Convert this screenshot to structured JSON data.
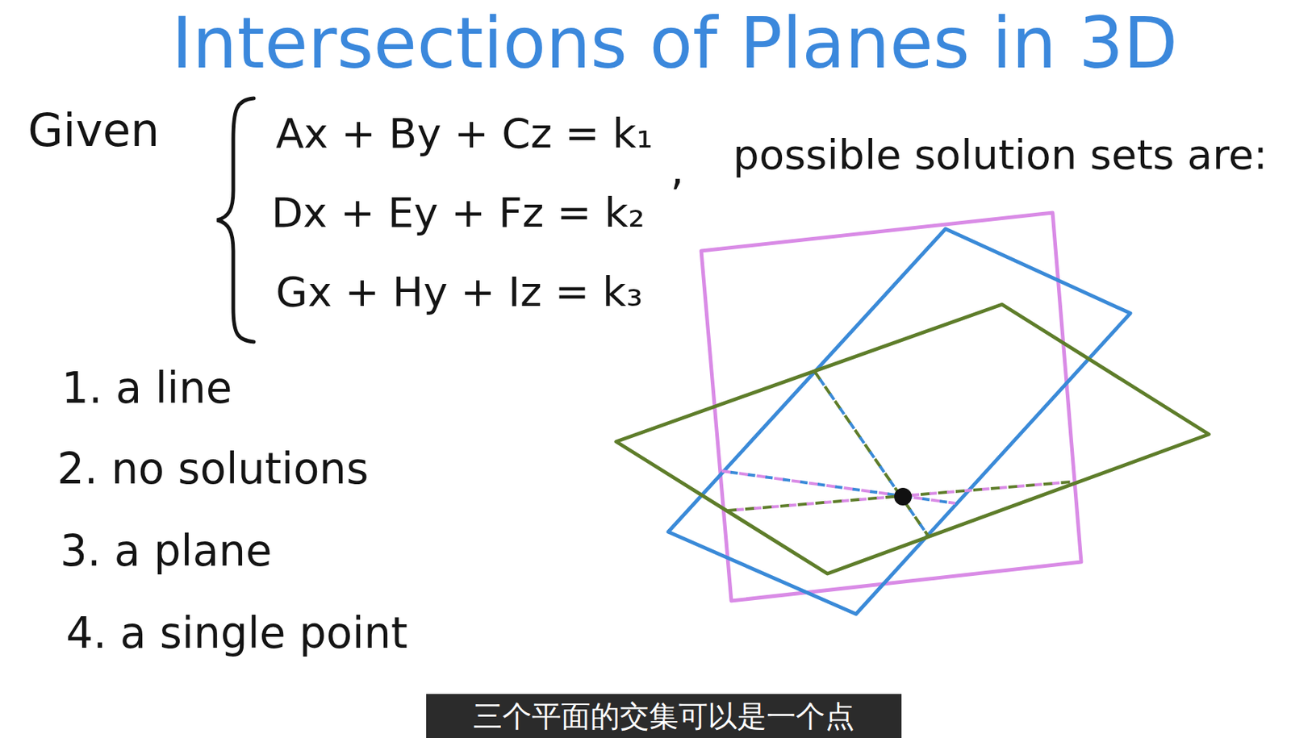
{
  "diagram": {
    "title": "Intersections of Planes in 3D",
    "caption": "三个平面的交集可以是一个点",
    "labels": [
      "Given",
      "Ax + By + Cz = k₁",
      "Dx + Ey + Fz = k₂",
      "Gx + Hy + Iz = k₃",
      ",",
      "possible solution sets are:",
      "1. a line",
      "2. no solutions",
      "3. a plane",
      "4. a single point"
    ]
  }
}
